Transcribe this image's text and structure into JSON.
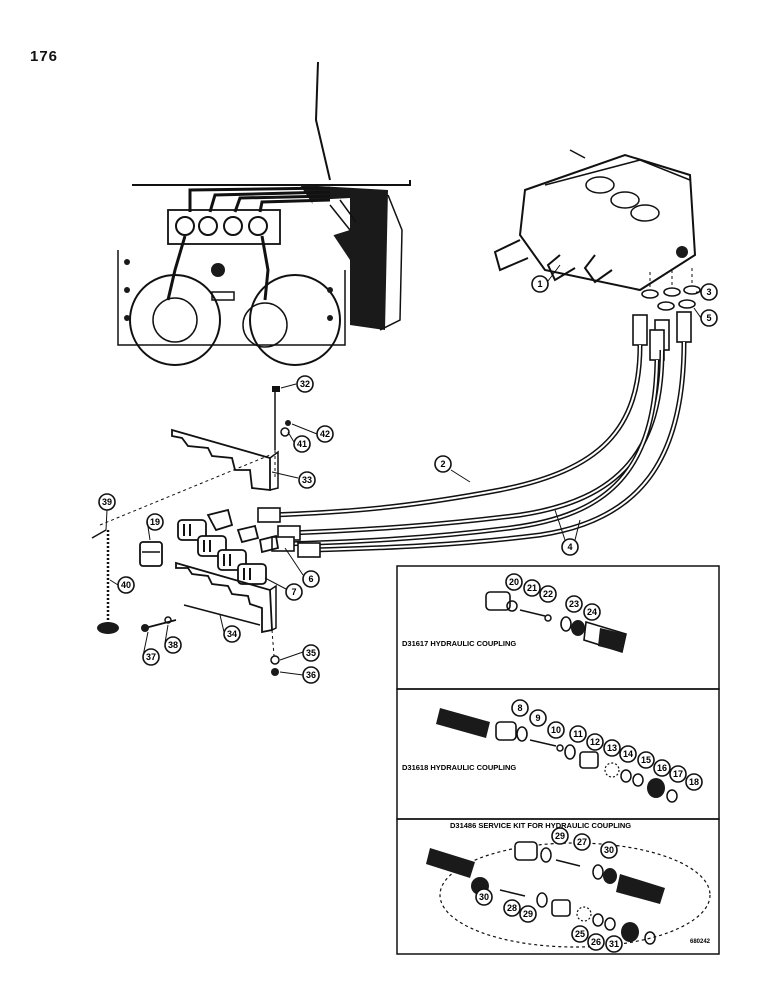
{
  "page_number": "176",
  "panels": {
    "coupling_a": {
      "caption": "D31617 HYDRAULIC COUPLING"
    },
    "coupling_b": {
      "caption": "D31618 HYDRAULIC COUPLING"
    },
    "service_kit": {
      "caption": "D31486 SERVICE KIT FOR HYDRAULIC COUPLING",
      "figure_code": "680242"
    }
  },
  "callouts": [
    "1",
    "2",
    "3",
    "4",
    "5",
    "6",
    "7",
    "8",
    "9",
    "10",
    "11",
    "12",
    "13",
    "14",
    "15",
    "16",
    "17",
    "18",
    "19",
    "20",
    "21",
    "22",
    "23",
    "24",
    "25",
    "26",
    "27",
    "28",
    "29",
    "29",
    "30",
    "30",
    "31",
    "32",
    "33",
    "34",
    "35",
    "36",
    "37",
    "38",
    "39",
    "40",
    "41",
    "42"
  ]
}
